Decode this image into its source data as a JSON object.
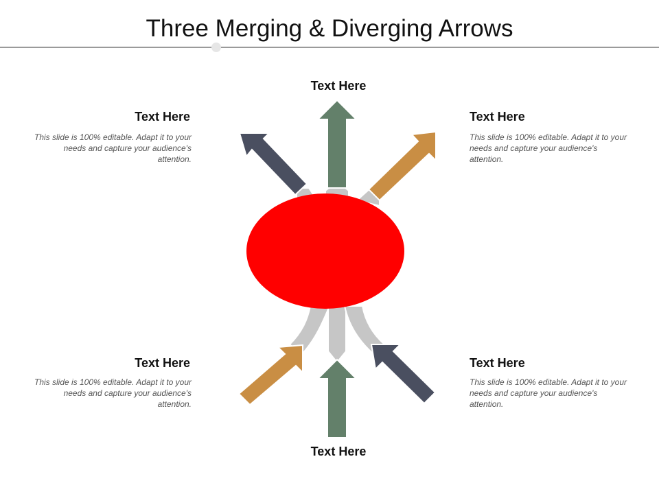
{
  "title": "Three Merging & Diverging Arrows",
  "colors": {
    "accent_red": "#ff0000",
    "navy": "#4a4f60",
    "green": "#63806a",
    "orange": "#c98e44",
    "connector_gray": "#c6c6c6"
  },
  "labels": {
    "top_center": {
      "heading": "Text Here"
    },
    "bottom_center": {
      "heading": "Text Here"
    },
    "top_left": {
      "heading": "Text Here",
      "body": "This slide is 100% editable. Adapt it to your needs and capture your audience's attention."
    },
    "top_right": {
      "heading": "Text Here",
      "body": "This slide is 100% editable. Adapt it to your needs and capture your audience's attention."
    },
    "bottom_left": {
      "heading": "Text Here",
      "body": "This slide is 100% editable. Adapt it to your needs and capture your audience's attention."
    },
    "bottom_right": {
      "heading": "Text Here",
      "body": "This slide is 100% editable. Adapt it to your needs and capture your audience's attention."
    }
  }
}
